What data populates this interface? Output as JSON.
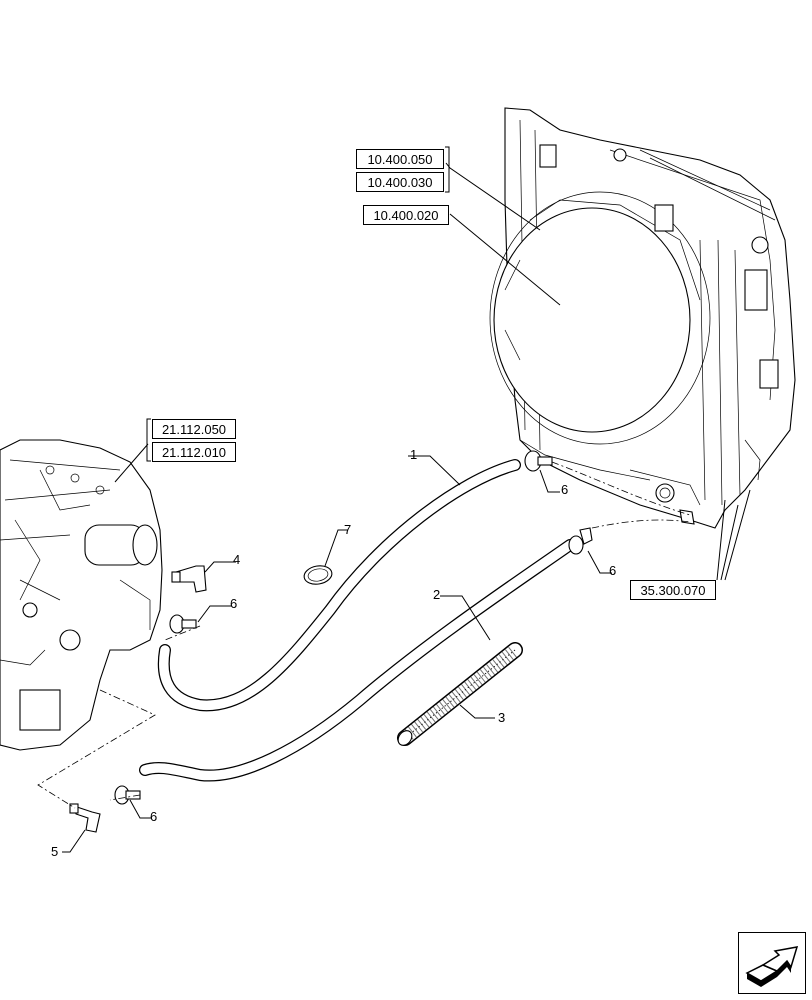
{
  "references": {
    "ref_10_400_050": "10.400.050",
    "ref_10_400_030": "10.400.030",
    "ref_10_400_020": "10.400.020",
    "ref_21_112_050": "21.112.050",
    "ref_21_112_010": "21.112.010",
    "ref_35_300_070": "35.300.070"
  },
  "callouts": {
    "c1": "1",
    "c2": "2",
    "c3": "3",
    "c4": "4",
    "c5": "5",
    "c6a": "6",
    "c6b": "6",
    "c6c": "6",
    "c6d": "6",
    "c7": "7"
  },
  "navigation": {
    "icon": "next-page-arrow-icon"
  }
}
